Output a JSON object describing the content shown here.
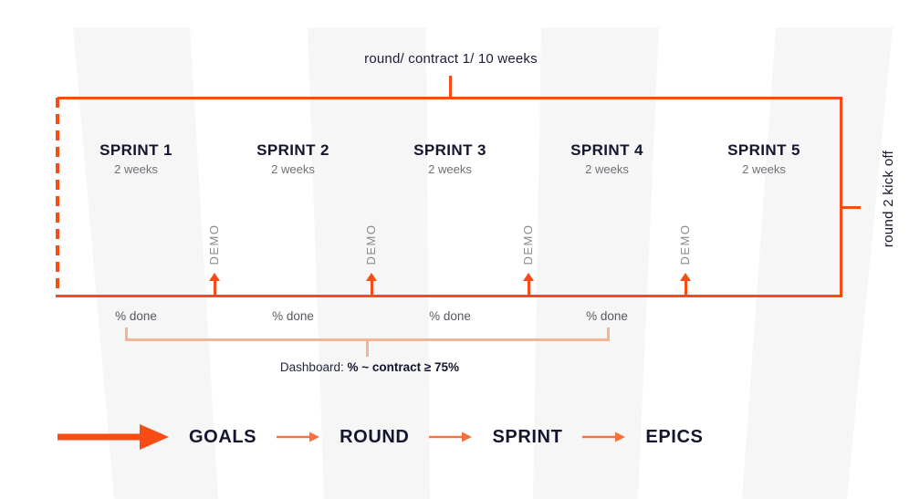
{
  "colors": {
    "accent_orange": "#F84B15",
    "accent_orange_light": "#F7713F",
    "bracket_salmon": "#F6B295",
    "text_navy": "#14162F",
    "text_gray": "#57585F",
    "stripe_gray": "#F6F6F7"
  },
  "timeline": {
    "title": "round/ contract 1/ 10 weeks",
    "round2_label": "round 2 kick off",
    "sprints": [
      {
        "name": "SPRINT 1",
        "duration": "2 weeks"
      },
      {
        "name": "SPRINT 2",
        "duration": "2 weeks"
      },
      {
        "name": "SPRINT 3",
        "duration": "2 weeks"
      },
      {
        "name": "SPRINT 4",
        "duration": "2 weeks"
      },
      {
        "name": "SPRINT 5",
        "duration": "2 weeks"
      }
    ],
    "demo_labels": [
      "DEMO",
      "DEMO",
      "DEMO",
      "DEMO"
    ],
    "percent_labels": [
      "% done",
      "% done",
      "% done",
      "% done"
    ],
    "dashboard": {
      "prefix": "Dashboard: ",
      "mid": "% ~ ",
      "bold_text": "contract ≥ 75%"
    }
  },
  "flow": {
    "steps": [
      "GOALS",
      "ROUND",
      "SPRINT",
      "EPICS"
    ]
  }
}
